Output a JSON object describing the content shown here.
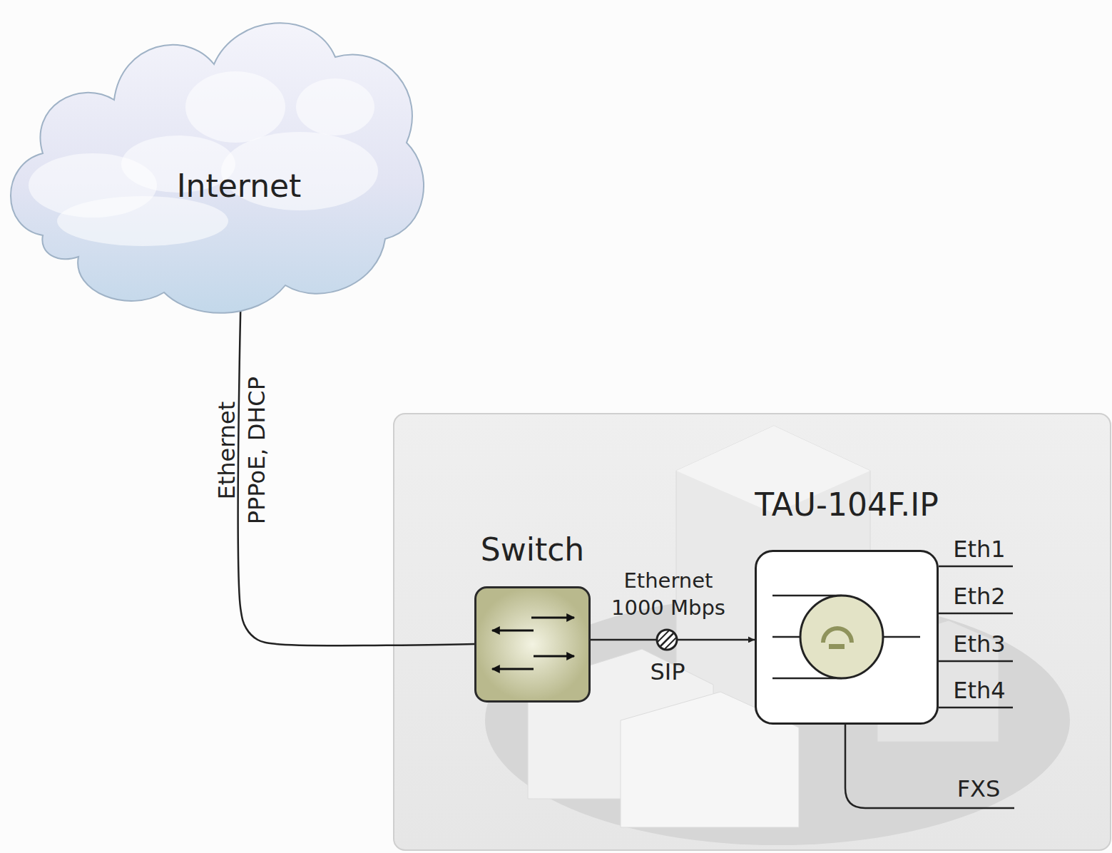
{
  "diagram": {
    "nodes": [
      {
        "text": [
          "Internet"
        ]
      },
      {
        "text": [
          "Switch"
        ]
      },
      {
        "text": [
          "TAU-104F.IP"
        ]
      }
    ],
    "edges": [
      {
        "from": 0,
        "to": 1,
        "arrow": "none",
        "label": "Ethernet PPPoE, DHCP"
      },
      {
        "from": 1,
        "to": 2,
        "arrow": "to",
        "label": "Ethernet 1000 Mbps"
      }
    ],
    "labels": [
      "SIP",
      "Eth1",
      "Eth2",
      "Eth3",
      "Eth4",
      "FXS"
    ]
  }
}
